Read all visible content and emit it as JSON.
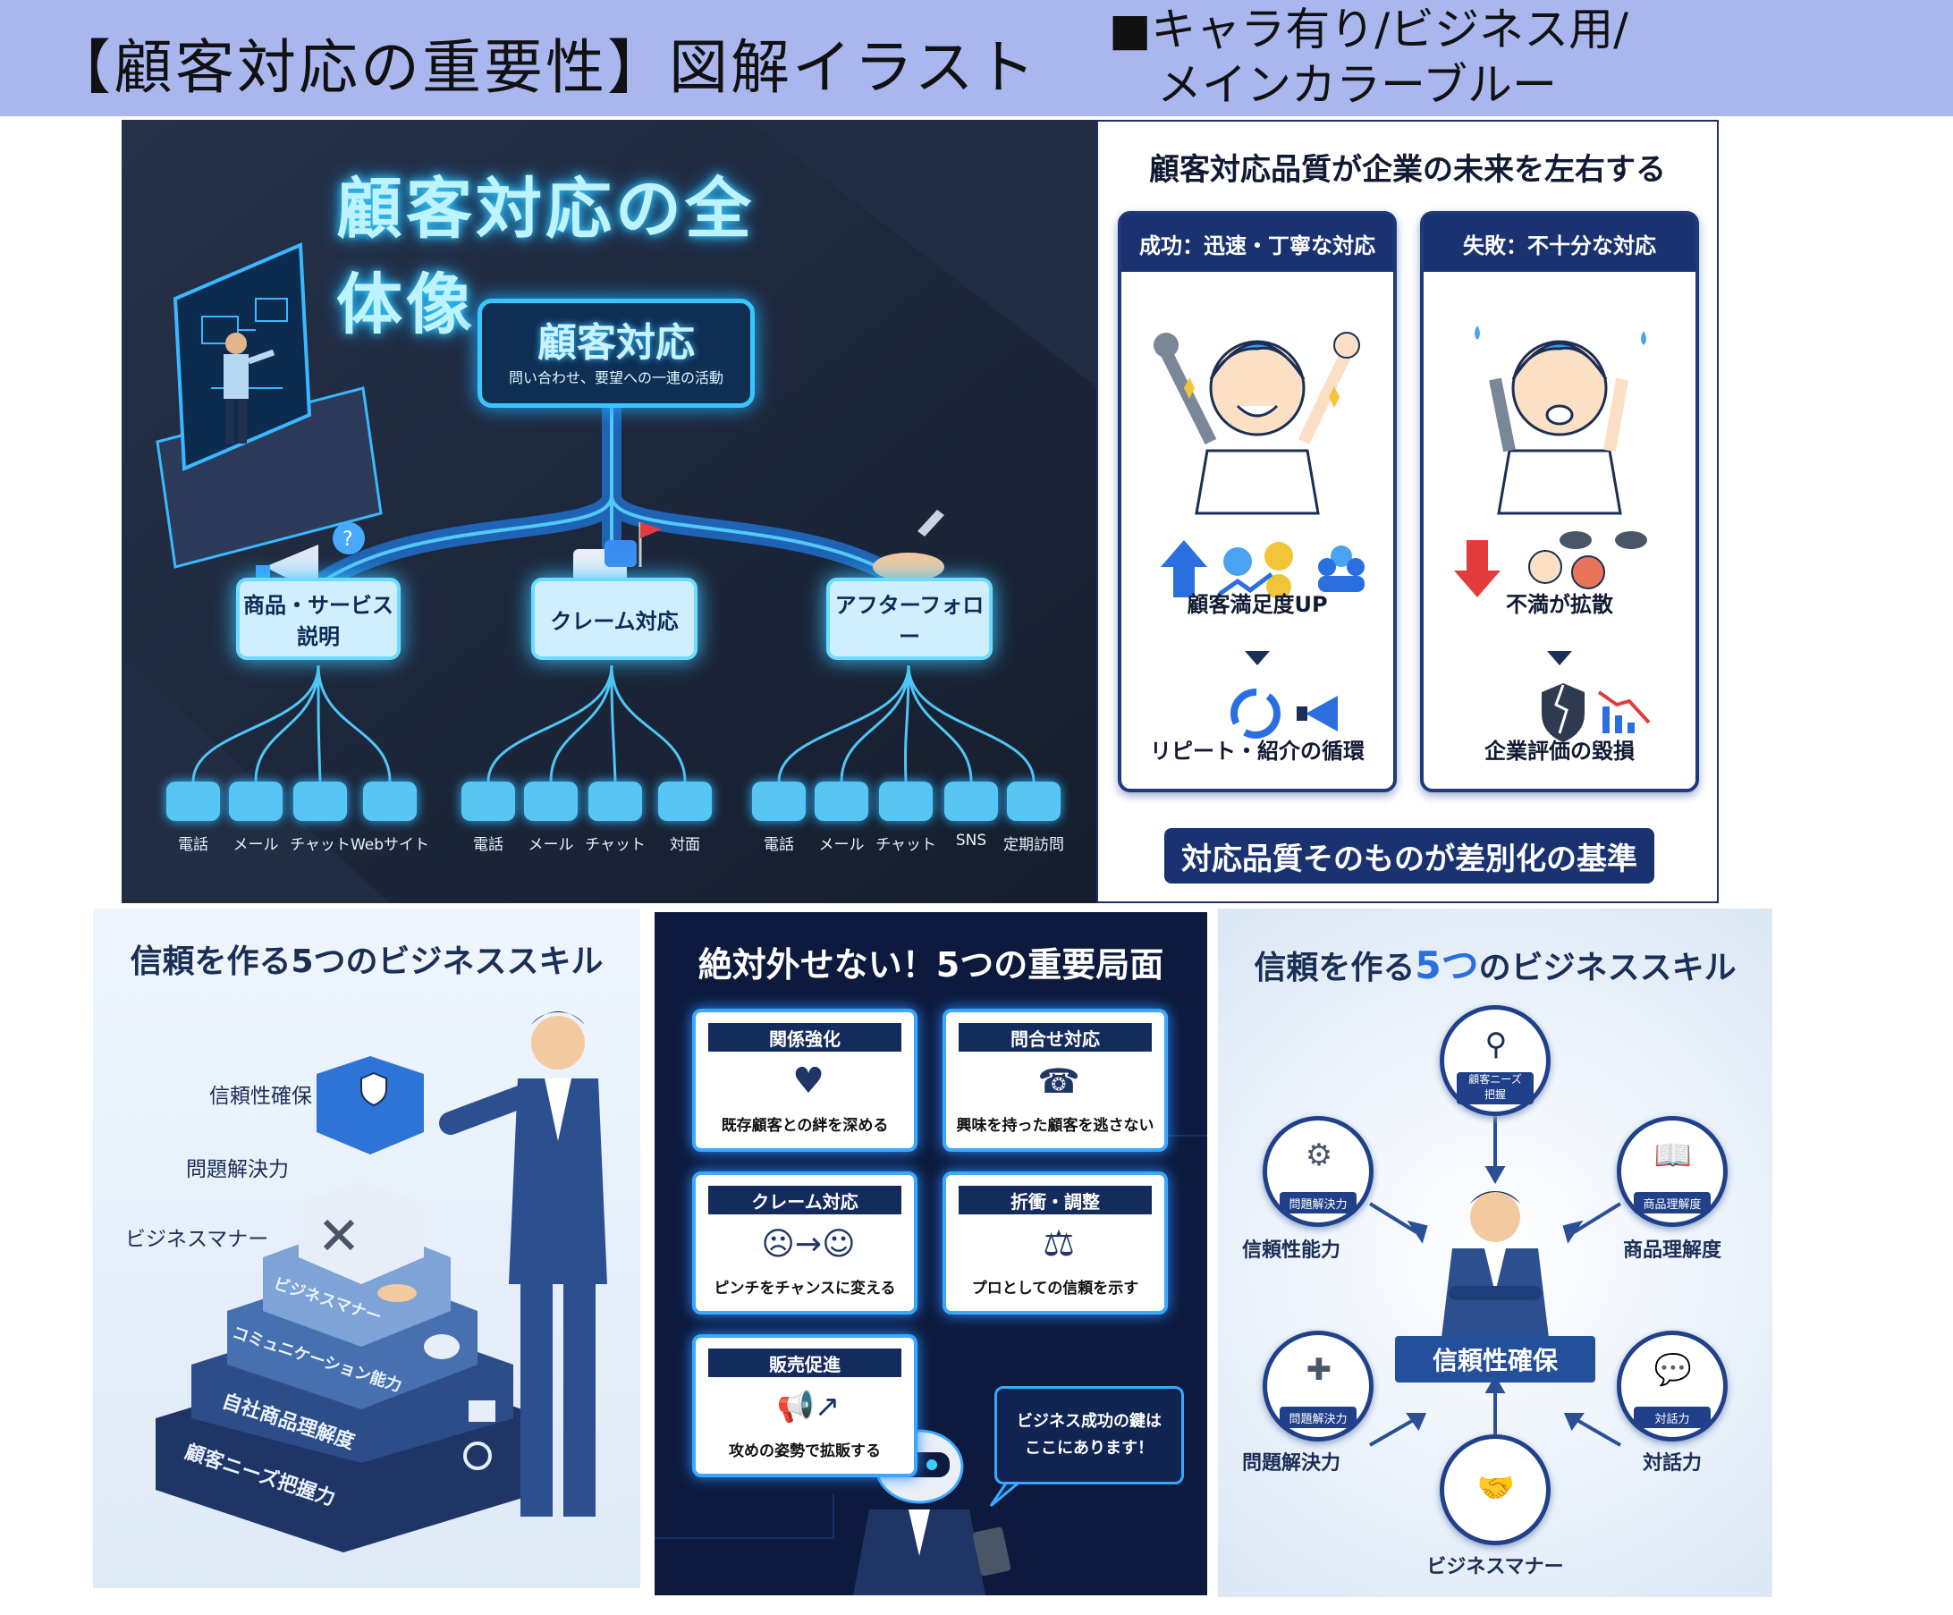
{
  "header": {
    "title": "【顧客対応の重要性】図解イラスト",
    "note_line1": "■キャラ有り/ビジネス用/",
    "note_line2": "メインカラーブルー"
  },
  "panel1": {
    "title": "顧客対応の全体像",
    "center_title": "顧客対応",
    "center_sub": "問い合わせ、要望への一連の活動",
    "branches": [
      {
        "label": "商品・サービス説明",
        "channels": [
          "電話",
          "メール",
          "チャット",
          "Webサイト"
        ]
      },
      {
        "label": "クレーム対応",
        "channels": [
          "電話",
          "メール",
          "チャット",
          "対面"
        ]
      },
      {
        "label": "アフターフォロー",
        "channels": [
          "電話",
          "メール",
          "チャット",
          "SNS",
          "定期訪問"
        ]
      }
    ]
  },
  "panel2": {
    "title": "顧客対応品質が企業の未来を左右する",
    "success": {
      "header": "成功：迅速・丁寧な対応",
      "cap1": "顧客満足度UP",
      "cap2": "リピート・紹介の循環"
    },
    "failure": {
      "header": "失敗：不十分な対応",
      "cap1": "不満が拡散",
      "cap2": "企業評価の毀損"
    },
    "bottom": "対応品質そのものが差別化の基準"
  },
  "panel3": {
    "title": "信頼を作る5つのビジネススキル",
    "steps": [
      "顧客ニーズ把握力",
      "自社商品理解度",
      "コミュニケーション能力",
      "ビジネスマナー"
    ],
    "side_labels": [
      "信頼性確保",
      "問題解決力",
      "ビジネスマナー"
    ]
  },
  "panel4": {
    "title": "絶対外せない！5つの重要局面",
    "scenes": [
      {
        "header": "関係強化",
        "desc": "既存顧客との絆を深める"
      },
      {
        "header": "問合せ対応",
        "desc": "興味を持った顧客を逃さない"
      },
      {
        "header": "クレーム対応",
        "desc": "ピンチをチャンスに変える"
      },
      {
        "header": "折衝・調整",
        "desc": "プロとしての信頼を示す"
      },
      {
        "header": "販売促進",
        "desc": "攻めの姿勢で拡販する"
      }
    ],
    "bubble_line1": "ビジネス成功の鍵は",
    "bubble_line2": "ここにあります！"
  },
  "panel5": {
    "title_pre": "信頼を作る",
    "title_num": "5つ",
    "title_post": "のビジネススキル",
    "center": "信頼性確保",
    "nodes": [
      {
        "band_line1": "顧客ニーズ",
        "band_line2": "把握",
        "label": ""
      },
      {
        "band_line1": "問題解決力",
        "band_line2": "",
        "label": "信頼性能力"
      },
      {
        "band_line1": "商品理解度",
        "band_line2": "",
        "label": "商品理解度"
      },
      {
        "band_line1": "問題解決力",
        "band_line2": "",
        "label": "問題解決力"
      },
      {
        "band_line1": "対話力",
        "band_line2": "",
        "label": "対話力"
      },
      {
        "band_line1": "",
        "band_line2": "",
        "label": "ビジネスマナー"
      }
    ]
  },
  "colors": {
    "header_bg": "#aab7ef",
    "navy": "#1a3370",
    "glow": "#39c6ff",
    "dark_bg": "#1b2436"
  }
}
